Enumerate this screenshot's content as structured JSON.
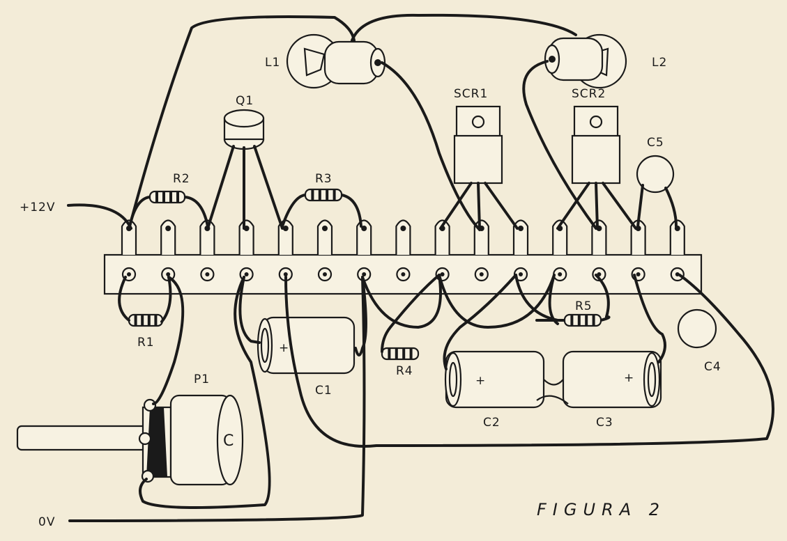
{
  "labels": {
    "l1": "L1",
    "l2": "L2",
    "q1": "Q1",
    "scr1": "SCR1",
    "scr2": "SCR2",
    "c5": "C5",
    "r2": "R2",
    "r3": "R3",
    "r1": "R1",
    "r4": "R4",
    "r5": "R5",
    "p1": "P1",
    "c1": "C1",
    "c2": "C2",
    "c3": "C3",
    "c4": "C4",
    "plus12v": "+12V",
    "zero_v": "0V",
    "plus": "+",
    "pot_mark": "C"
  },
  "caption": "FIGURA 2",
  "colors": {
    "ink": "#1a1a1a",
    "paper": "#f3ecd8"
  }
}
